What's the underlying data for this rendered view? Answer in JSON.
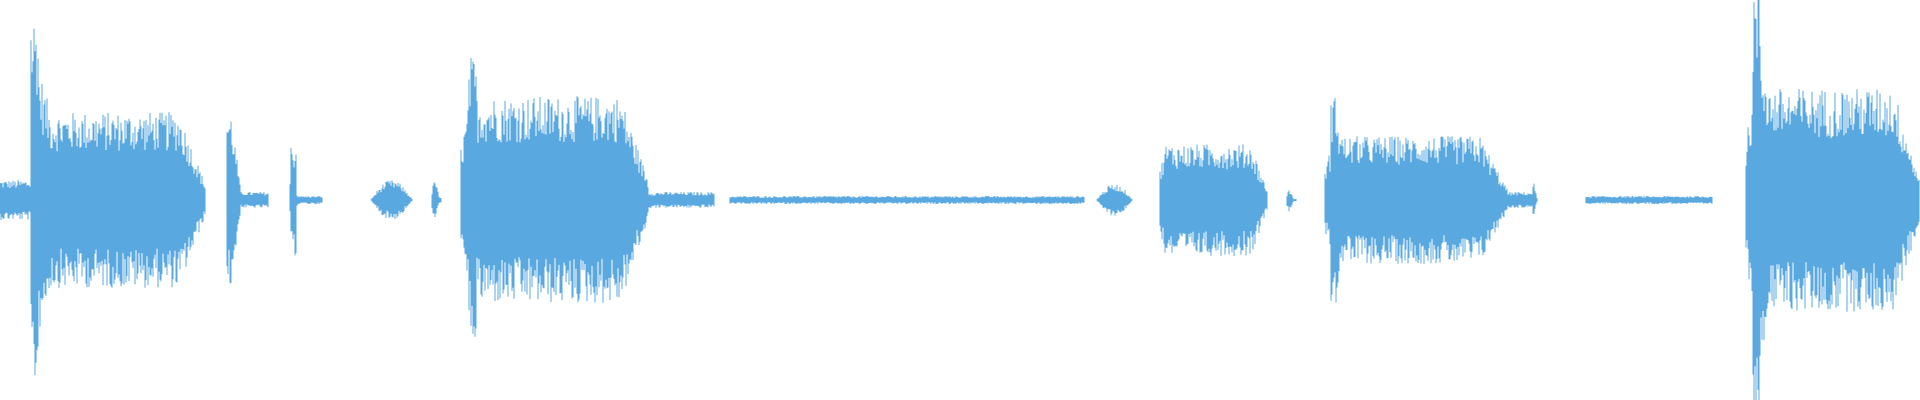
{
  "waveform": {
    "color": "#5aa8e0",
    "background": "#ffffff",
    "duration_fraction_segments": [
      {
        "start": 0.0,
        "end": 0.016,
        "amplitude": 0.05,
        "shape": "flat"
      },
      {
        "start": 0.016,
        "end": 0.107,
        "amplitude": 0.22,
        "peak": 0.47,
        "peak_at": 0.018,
        "shape": "burst"
      },
      {
        "start": 0.118,
        "end": 0.128,
        "amplitude": 0.2,
        "peak": 0.22,
        "peak_at": 0.119,
        "shape": "spike"
      },
      {
        "start": 0.128,
        "end": 0.14,
        "amplitude": 0.02,
        "shape": "flat"
      },
      {
        "start": 0.151,
        "end": 0.156,
        "amplitude": 0.12,
        "peak": 0.14,
        "peak_at": 0.153,
        "shape": "spike"
      },
      {
        "start": 0.156,
        "end": 0.168,
        "amplitude": 0.01,
        "shape": "flat"
      },
      {
        "start": 0.193,
        "end": 0.215,
        "amplitude": 0.05,
        "shape": "blip"
      },
      {
        "start": 0.225,
        "end": 0.23,
        "amplitude": 0.06,
        "shape": "spike"
      },
      {
        "start": 0.24,
        "end": 0.338,
        "amplitude": 0.26,
        "peak": 0.36,
        "peak_at": 0.246,
        "shape": "burst"
      },
      {
        "start": 0.338,
        "end": 0.372,
        "amplitude": 0.02,
        "shape": "flat"
      },
      {
        "start": 0.38,
        "end": 0.565,
        "amplitude": 0.01,
        "shape": "flat"
      },
      {
        "start": 0.571,
        "end": 0.59,
        "amplitude": 0.04,
        "shape": "blip"
      },
      {
        "start": 0.604,
        "end": 0.66,
        "amplitude": 0.14,
        "shape": "burst"
      },
      {
        "start": 0.67,
        "end": 0.675,
        "amplitude": 0.03,
        "shape": "spike"
      },
      {
        "start": 0.69,
        "end": 0.785,
        "amplitude": 0.16,
        "peak": 0.26,
        "peak_at": 0.695,
        "shape": "burst"
      },
      {
        "start": 0.785,
        "end": 0.8,
        "amplitude": 0.02,
        "shape": "flat"
      },
      {
        "start": 0.798,
        "end": 0.801,
        "amplitude": 0.05,
        "shape": "spike"
      },
      {
        "start": 0.826,
        "end": 0.892,
        "amplitude": 0.01,
        "shape": "flat"
      },
      {
        "start": 0.909,
        "end": 1.0,
        "amplitude": 0.28,
        "peak": 0.54,
        "peak_at": 0.915,
        "shape": "burst"
      }
    ]
  }
}
